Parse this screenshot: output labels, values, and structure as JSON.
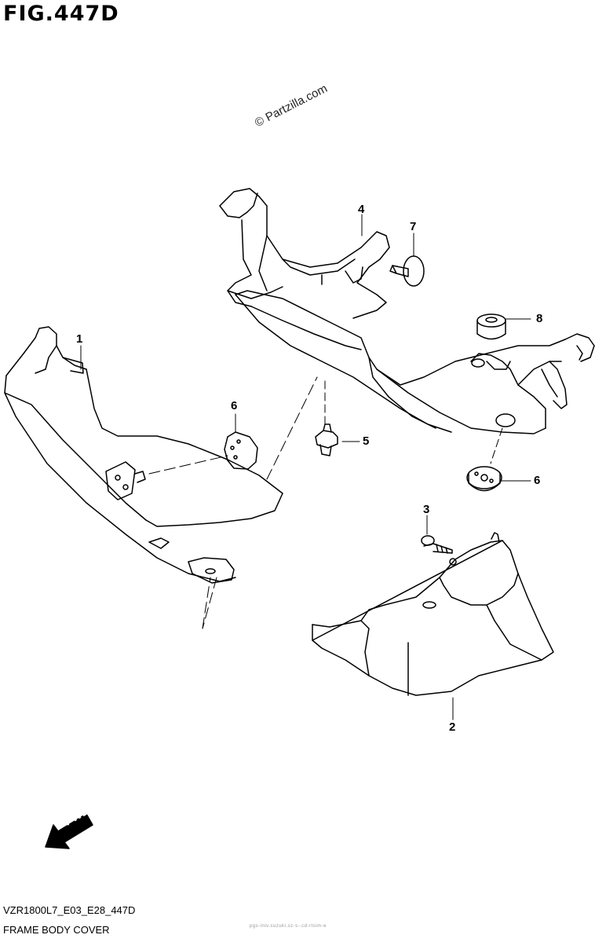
{
  "figure": {
    "title": "FIG.447D",
    "watermark": "© Partzilla.com",
    "model_code": "VZR1800L7_E03_E28_447D",
    "caption": "FRAME BODY COVER",
    "fine_print": "pgs-iniv.suzuki.sz-s-.cd-rtsim-e"
  },
  "callouts": [
    {
      "id": "1",
      "label": "1"
    },
    {
      "id": "2",
      "label": "2"
    },
    {
      "id": "3",
      "label": "3"
    },
    {
      "id": "4",
      "label": "4"
    },
    {
      "id": "5",
      "label": "5"
    },
    {
      "id": "6a",
      "label": "6"
    },
    {
      "id": "6b",
      "label": "6"
    },
    {
      "id": "7",
      "label": "7"
    },
    {
      "id": "8",
      "label": "8"
    }
  ],
  "fwd_arrow": {
    "label": "FWD",
    "icon": "fwd-arrow-icon"
  }
}
